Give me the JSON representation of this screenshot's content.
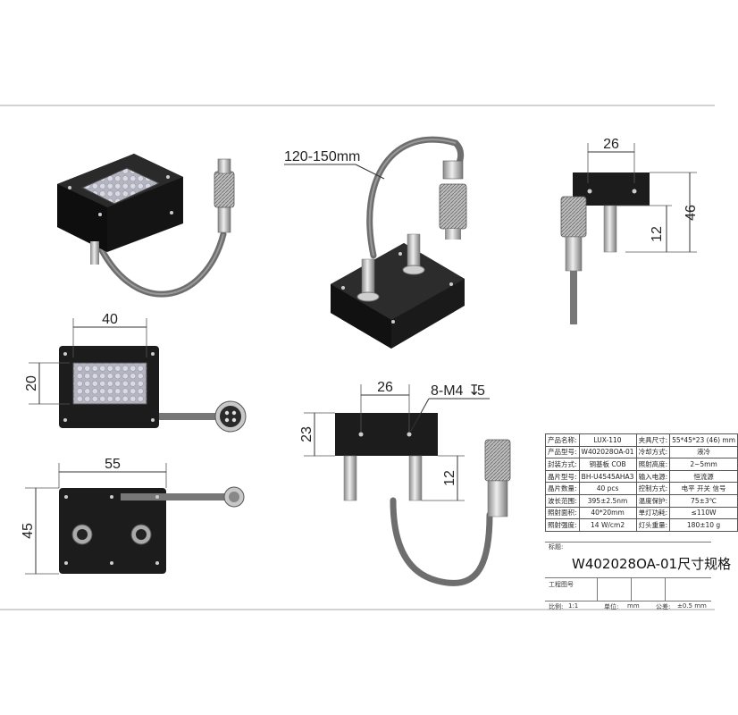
{
  "drawing": {
    "dims": {
      "cable_length": "120-150mm",
      "top_width": "26",
      "side_height": "46",
      "side_low": "12",
      "front_width": "40",
      "front_height": "20",
      "back_width": "55",
      "back_height": "45",
      "bottom_width": "26",
      "bottom_holes": "8-M4",
      "bottom_depth": "5",
      "bottom_height": "23",
      "bottom_low": "12"
    }
  },
  "spec_table": {
    "rows": [
      {
        "k1": "产品名称:",
        "v1": "LUX-110",
        "k2": "夹具尺寸:",
        "v2": "55*45*23 (46) mm"
      },
      {
        "k1": "产品型号:",
        "v1": "W402028OA-01",
        "k2": "冷却方式:",
        "v2": "液冷"
      },
      {
        "k1": "封装方式:",
        "v1": "铜基板 COB",
        "k2": "照射高度:",
        "v2": "2~5mm"
      },
      {
        "k1": "晶片型号:",
        "v1": "BH-U4545AHA3",
        "k2": "输入电源:",
        "v2": "恒流源"
      },
      {
        "k1": "晶片数量:",
        "v1": "40 pcs",
        "k2": "控制方式:",
        "v2": "电平 开关 信号"
      },
      {
        "k1": "波长范围:",
        "v1": "395±2.5nm",
        "k2": "温度保护:",
        "v2": "75±3℃"
      },
      {
        "k1": "照射面积:",
        "v1": "40*20mm",
        "k2": "单灯功耗:",
        "v2": "≤110W"
      },
      {
        "k1": "照射强度:",
        "v1": "14 W/cm2",
        "k2": "灯头重量:",
        "v2": "180±10 g"
      }
    ]
  },
  "title_block": {
    "label_title": "标题:",
    "title": "W402028OA-01尺寸规格",
    "label_drawing_no": "工程图号",
    "label_scale": "比例:",
    "scale": "1:1",
    "label_unit": "单位:",
    "unit": "mm",
    "label_tolerance": "公差:",
    "tolerance": "±0.5 mm"
  },
  "colors": {
    "housing": "#1c1c1c",
    "led": "#c9c9d6",
    "metal": "#b8b8b8",
    "cable": "#6e6e6e"
  }
}
